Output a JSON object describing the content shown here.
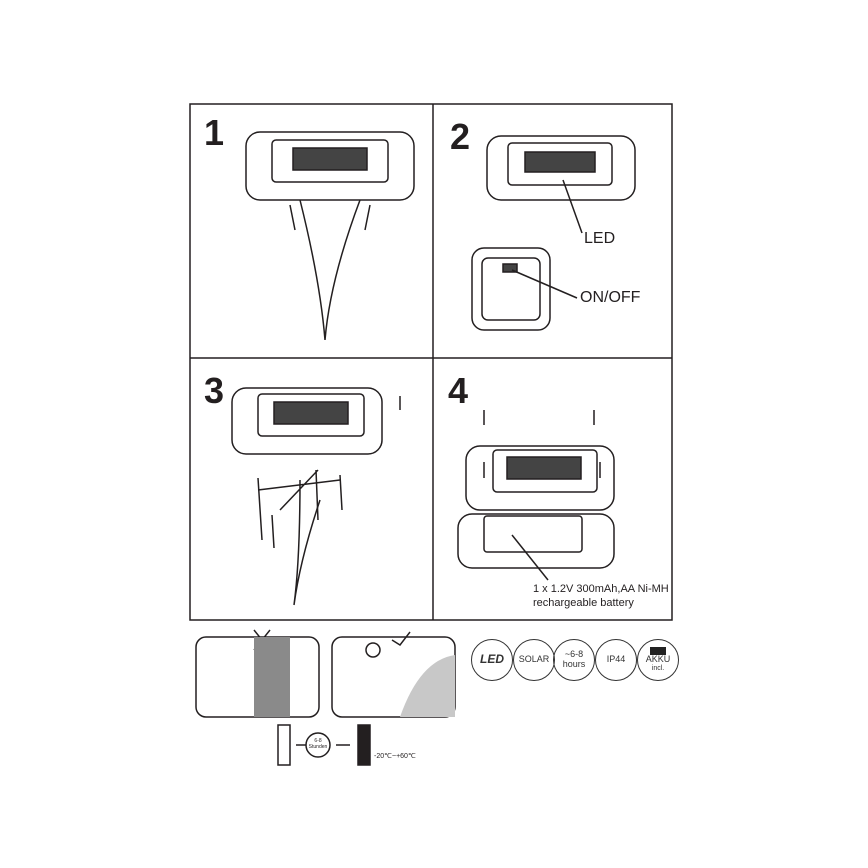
{
  "steps": [
    "1",
    "2",
    "3",
    "4"
  ],
  "labels": {
    "led": "LED",
    "on_off": "ON/OFF"
  },
  "battery_note": {
    "line1": "1 x 1.2V 300mAh,AA Ni-MH",
    "line2": "rechargeable battery"
  },
  "badges": [
    {
      "icon": "led-logo",
      "line1": "LED",
      "line2": ""
    },
    {
      "icon": "solar",
      "line1": "SOLAR",
      "line2": ""
    },
    {
      "icon": "hours",
      "line1": "~6-8",
      "line2": "hours"
    },
    {
      "icon": "ip-rating",
      "line1": "IP44",
      "line2": ""
    },
    {
      "icon": "battery-icon",
      "line1": "AKKU",
      "line2": "incl."
    }
  ],
  "charging": {
    "sun_text1": "6-8",
    "sun_text2": "Stunden",
    "temperature": "-20℃~+60℃"
  },
  "colors": {
    "line": "#231f20",
    "shade": "#c8c8c8",
    "tree": "#8a8a8a"
  }
}
